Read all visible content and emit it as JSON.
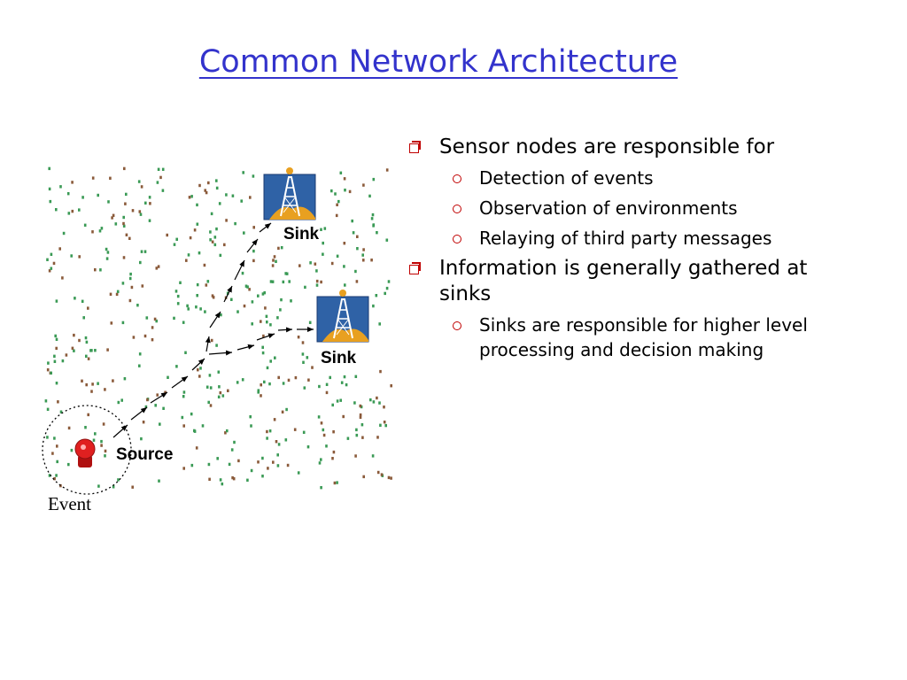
{
  "title": "Common Network Architecture",
  "diagram": {
    "labels": {
      "sink_top": "Sink",
      "sink_right": "Sink",
      "source": "Source",
      "event": "Event"
    },
    "colors": {
      "node_green": "#3a9a55",
      "node_brown": "#8a5a3a",
      "sink_bg": "#2f62a6",
      "source_red": "#d81818"
    }
  },
  "bullets": [
    {
      "text": "Sensor nodes are responsible for",
      "children": [
        "Detection of events",
        "Observation of environments",
        "Relaying of third party messages"
      ]
    },
    {
      "text": "Information is generally gathered at sinks",
      "children": [
        "Sinks are responsible for higher level processing and decision making"
      ]
    }
  ]
}
